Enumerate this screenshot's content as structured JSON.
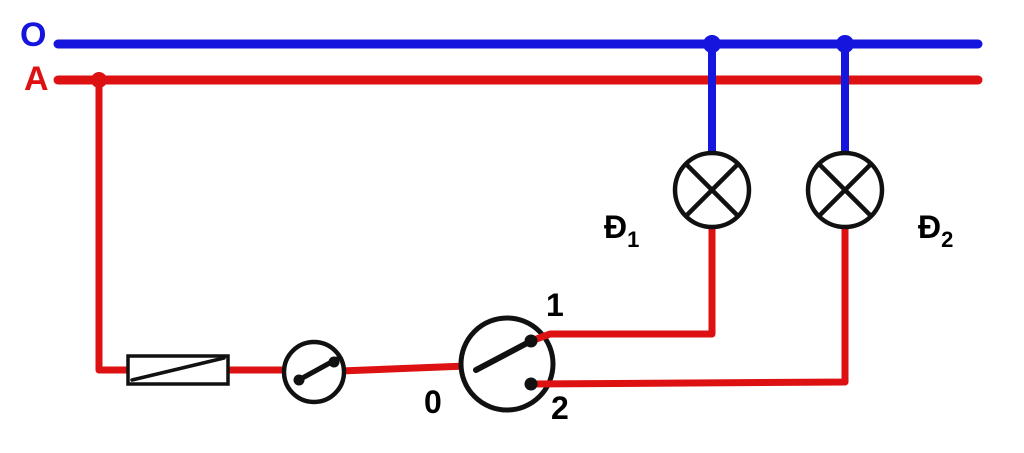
{
  "diagram": {
    "type": "circuit-diagram",
    "colors": {
      "neutral_wire": "#1515dd",
      "live_wire": "#dd1111",
      "component_outline": "#111111",
      "background": "#ffffff"
    },
    "labels": {
      "neutral_line": "O",
      "live_line": "A",
      "lamp1": {
        "main": "Đ",
        "sub": "1"
      },
      "lamp2": {
        "main": "Đ",
        "sub": "2"
      },
      "position_1": "1",
      "position_0": "0",
      "position_2": "2"
    },
    "components": {
      "fuse": "fuse",
      "switch_single": "single-pole-switch",
      "switch_selector": "two-way-selector-switch",
      "lamp1": "lamp",
      "lamp2": "lamp"
    }
  }
}
